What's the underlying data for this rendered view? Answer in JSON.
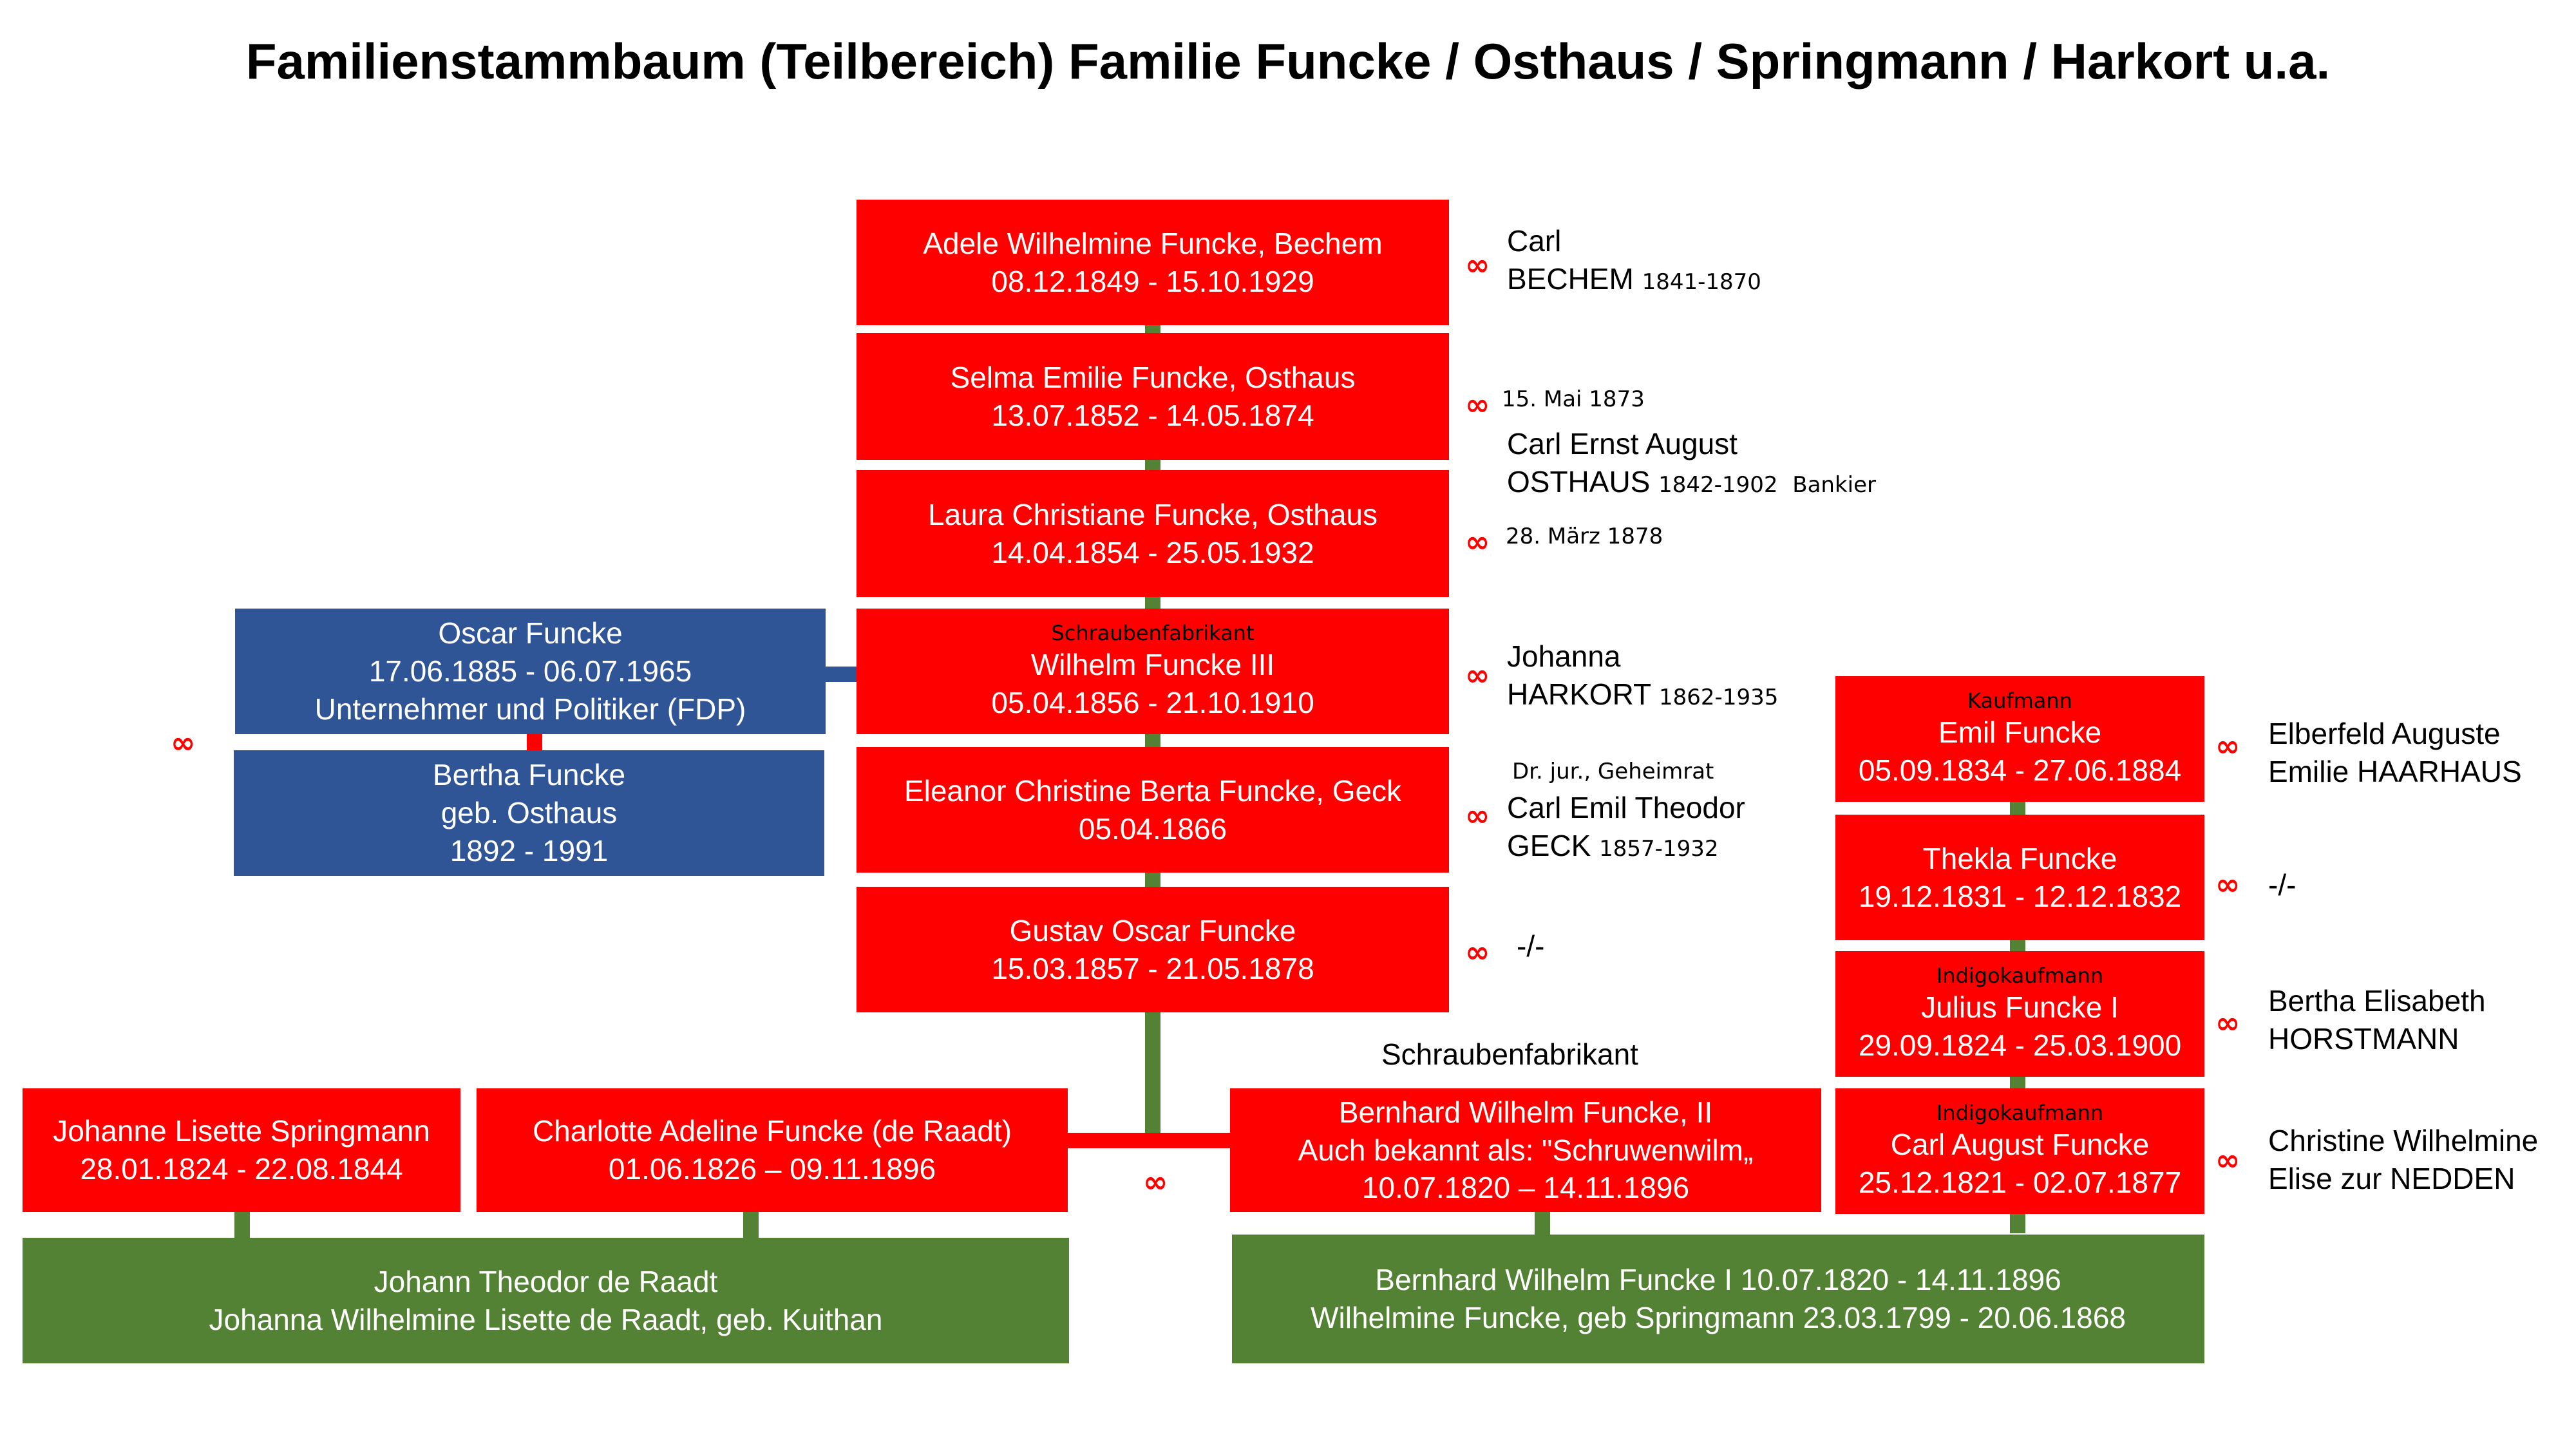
{
  "title": "Familienstammbaum (Teilbereich) Familie Funcke / Osthaus / Springmann / Harkort u.a.",
  "symbols": {
    "marriage": "∞"
  },
  "colors": {
    "red": "#ff0000",
    "blue": "#2f5597",
    "green": "#548235"
  },
  "children": {
    "adele": {
      "name": "Adele Wilhelmine Funcke, Bechem",
      "dates": "08.12.1849 - 15.10.1929"
    },
    "selma": {
      "name": "Selma Emilie Funcke, Osthaus",
      "dates": "13.07.1852 - 14.05.1874"
    },
    "laura": {
      "name": "Laura Christiane Funcke, Osthaus",
      "dates": "14.04.1854 - 25.05.1932"
    },
    "wilhelm": {
      "occupation": "Schraubenfabrikant",
      "name": "Wilhelm Funcke III",
      "dates": "05.04.1856 - 21.10.1910"
    },
    "eleanor": {
      "name": "Eleanor Christine Berta Funcke, Geck",
      "dates": "05.04.1866"
    },
    "gustav": {
      "name": "Gustav Oscar Funcke",
      "dates": "15.03.1857  - 21.05.1878"
    }
  },
  "spouses": {
    "bechem": {
      "first": "Carl",
      "last": "BECHEM",
      "years": "1841-1870"
    },
    "selma_date": "15. Mai 1873",
    "osthaus": {
      "first": "Carl Ernst August",
      "last": "OSTHAUS",
      "years": "1842-1902",
      "occupation": "Bankier"
    },
    "laura_date": "28. März 1878",
    "harkort": {
      "first": "Johanna",
      "last": "HARKORT",
      "years": "1862-1935"
    },
    "geck": {
      "title": "Dr. jur., Geheimrat",
      "first": "Carl Emil Theodor",
      "last": "GECK",
      "years": "1857-1932"
    },
    "none": "-/-"
  },
  "oscar": {
    "name": "Oscar Funcke",
    "dates": "17.06.1885 - 06.07.1965",
    "role": "Unternehmer und Politiker (FDP)"
  },
  "bertha": {
    "name": "Bertha Funcke",
    "maiden": "geb. Osthaus",
    "dates": "1892 - 1991"
  },
  "siblings": {
    "emil": {
      "occupation": "Kaufmann",
      "name": "Emil Funcke",
      "dates": "05.09.1834 - 27.06.1884",
      "spouse1": "Elberfeld Auguste",
      "spouse2": "Emilie HAARHAUS"
    },
    "thekla": {
      "name": "Thekla Funcke",
      "dates": "19.12.1831 - 12.12.1832",
      "spouse": "-/-"
    },
    "julius": {
      "occupation": "Indigokaufmann",
      "name": "Julius Funcke I",
      "dates": "29.09.1824 - 25.03.1900",
      "spouse1": "Bertha Elisabeth",
      "spouse2": "HORSTMANN"
    },
    "carl": {
      "occupation": "Indigokaufmann",
      "name": "Carl August Funcke",
      "dates": "25.12.1821 - 02.07.1877",
      "spouse1": "Christine Wilhelmine",
      "spouse2": "Elise zur NEDDEN"
    }
  },
  "parents": {
    "johanne": {
      "name": "Johanne Lisette Springmann",
      "dates": "28.01.1824 - 22.08.1844"
    },
    "charlotte": {
      "name": "Charlotte Adeline Funcke (de Raadt)",
      "dates": "01.06.1826 – 09.11.1896"
    },
    "bernhard2": {
      "occupation": "Schraubenfabrikant",
      "name": "Bernhard Wilhelm Funcke, II",
      "aka": "Auch bekannt als: \"Schruwenwilm„",
      "dates": "10.07.1820 – 14.11.1896"
    }
  },
  "grandparents": {
    "deraadt": {
      "line1": "Johann Theodor de Raadt",
      "line2": "Johanna Wilhelmine Lisette de Raadt, geb. Kuithan"
    },
    "funcke": {
      "line1": "Bernhard Wilhelm Funcke I 10.07.1820 - 14.11.1896",
      "line2": "Wilhelmine Funcke, geb Springmann 23.03.1799 - 20.06.1868"
    }
  }
}
